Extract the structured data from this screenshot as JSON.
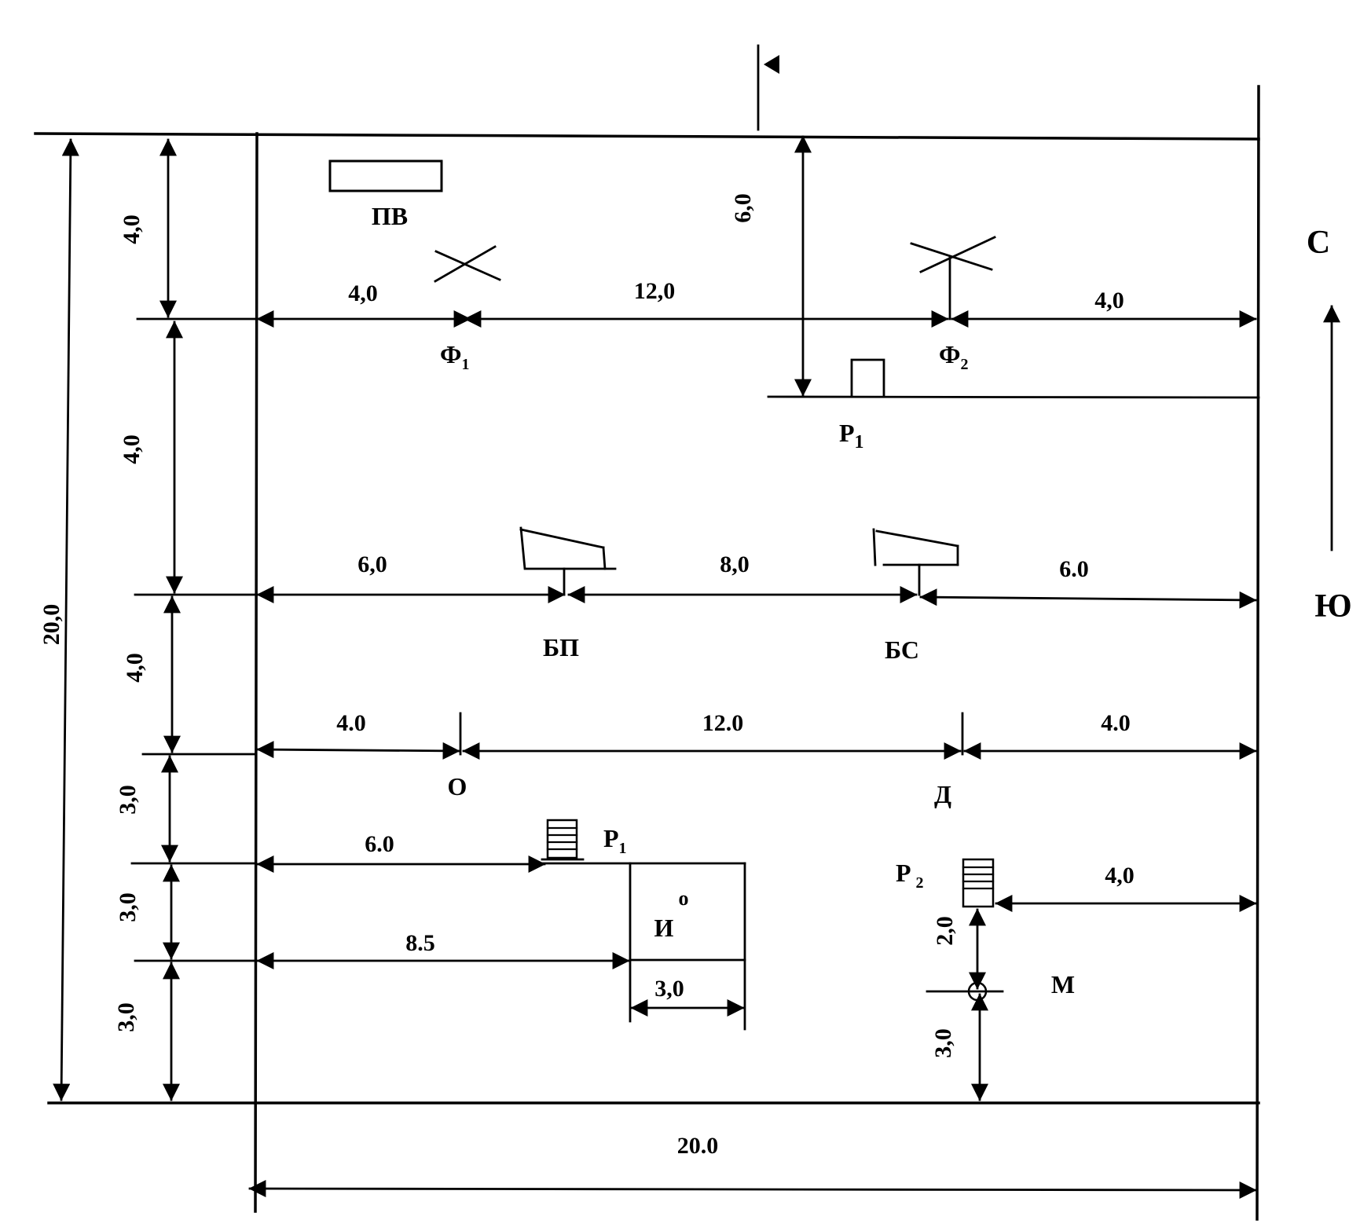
{
  "dimensions": {
    "top_4_0": "4,0",
    "mid_4_0": "4,0",
    "lower_4_0": "4,0",
    "total_20_0": "20,0",
    "left_3_0_a": "3,0",
    "left_3_0_b": "3,0",
    "left_3_0_c": "3,0",
    "top_6_0": "6,0",
    "row1_left": "4,0",
    "row1_mid": "12,0",
    "row1_right": "4,0",
    "row2_left": "6,0",
    "row2_mid": "8,0",
    "row2_right": "6.0",
    "row3_left": "4.0",
    "row3_mid": "12.0",
    "row3_right": "4.0",
    "row4_left": "6.0",
    "row5_left": "8.5",
    "i_width": "3,0",
    "p2_right": "4,0",
    "m_up": "2,0",
    "m_down": "3,0",
    "bottom_total": "20.0"
  },
  "labels": {
    "pv": "ПВ",
    "f1": "Ф",
    "f1_sub": "1",
    "f2": "Ф",
    "f2_sub": "2",
    "p1_top": "Р",
    "p1_top_sub": "1",
    "bp": "БП",
    "bs": "БС",
    "o": "О",
    "d": "Д",
    "p1_bottom": "Р",
    "p1_bottom_sub": "1",
    "i": "И",
    "i_mark": "о",
    "p2": "Р",
    "p2_sub": "2",
    "m": "М",
    "north": "С",
    "south": "Ю"
  }
}
